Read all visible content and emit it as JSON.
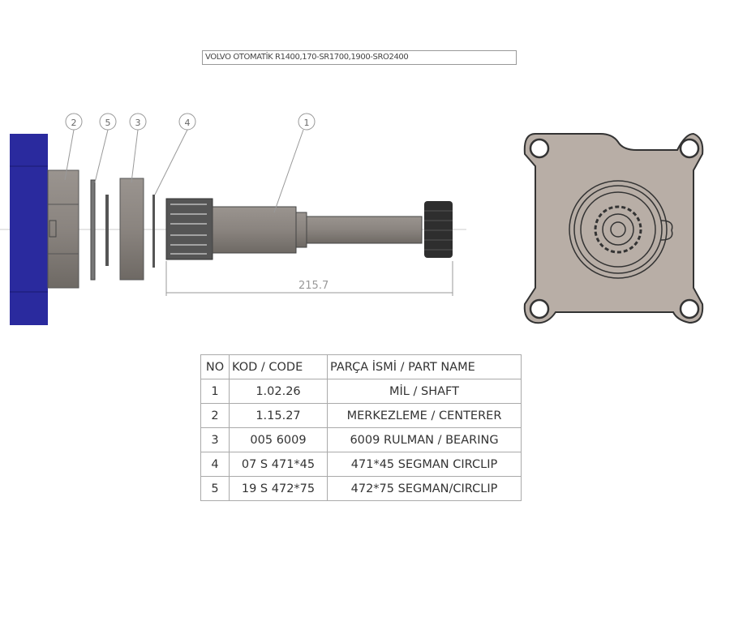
{
  "title": "VOLVO OTOMATİK R1400,170-SR1700,1900-SRO2400",
  "balloons": [
    "2",
    "5",
    "3",
    "4",
    "1"
  ],
  "dimension": "215.7",
  "table": {
    "headers": [
      "NO",
      "KOD / CODE",
      "PARÇA İSMİ / PART NAME"
    ],
    "rows": [
      [
        "1",
        "1.02.26",
        "MİL / SHAFT"
      ],
      [
        "2",
        "1.15.27",
        "MERKEZLEME / CENTERER"
      ],
      [
        "3",
        "005 6009",
        "6009 RULMAN / BEARING"
      ],
      [
        "4",
        "07 S 471*45",
        "471*45 SEGMAN CIRCLIP"
      ],
      [
        "5",
        "19 S 472*75",
        "472*75 SEGMAN/CIRCLIP"
      ]
    ]
  },
  "colors": {
    "flange": "#2a2a9e",
    "metal": "#8a8580",
    "plate": "#b8aea6",
    "dark": "#2e2e2e"
  }
}
